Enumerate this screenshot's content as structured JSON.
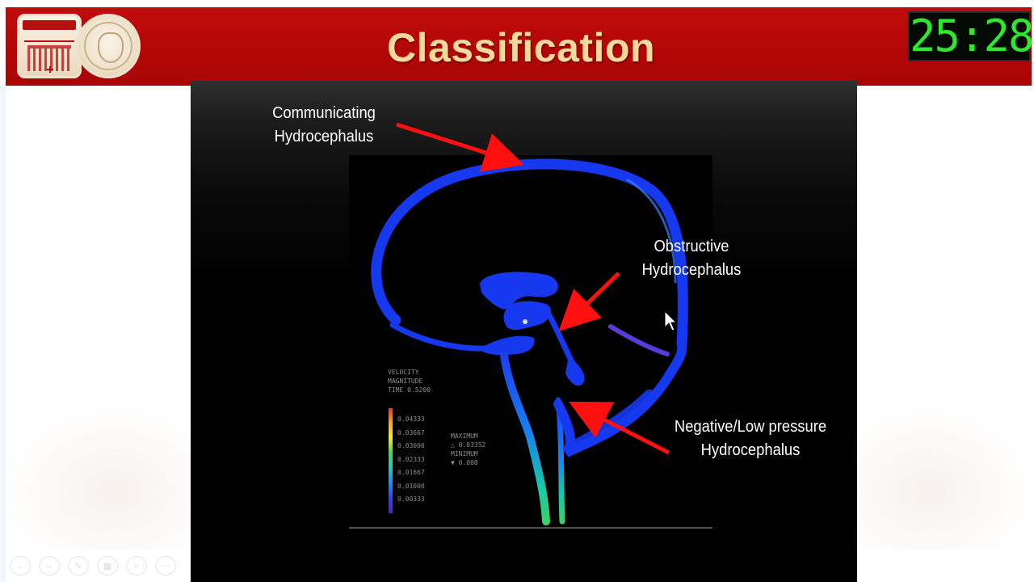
{
  "slide": {
    "title": "Classification",
    "timer": "25:28"
  },
  "logos": {
    "left": "hospital-logo",
    "right": "department-seal"
  },
  "annotations": {
    "communicating": {
      "line1": "Communicating",
      "line2": "Hydrocephalus"
    },
    "obstructive": {
      "line1": "Obstructive",
      "line2": "Hydrocephalus"
    },
    "negative": {
      "line1": "Negative/Low pressure",
      "line2": "Hydrocephalus"
    }
  },
  "simulation": {
    "legend_title_1": "VELOCITY",
    "legend_title_2": "MAGNITUDE",
    "legend_title_3": "TIME 0.5200",
    "scale_values": [
      "0.04333",
      "0.03667",
      "0.03000",
      "0.02333",
      "0.01667",
      "0.01000",
      "0.00333"
    ],
    "max_label": "MAXIMUM",
    "max_value": "△ 0.03352",
    "min_label": "MINIMUM",
    "min_value": "▼ 0.000"
  },
  "colors": {
    "header": "#b30808",
    "title": "#f3d99a",
    "arrow": "#ff1010",
    "csf": "#1638ee",
    "timer": "#2ee82e"
  },
  "toolbar": {
    "icons": [
      "back-icon",
      "forward-icon",
      "pen-icon",
      "slides-icon",
      "zoom-icon",
      "more-icon"
    ],
    "more_label": "···"
  }
}
